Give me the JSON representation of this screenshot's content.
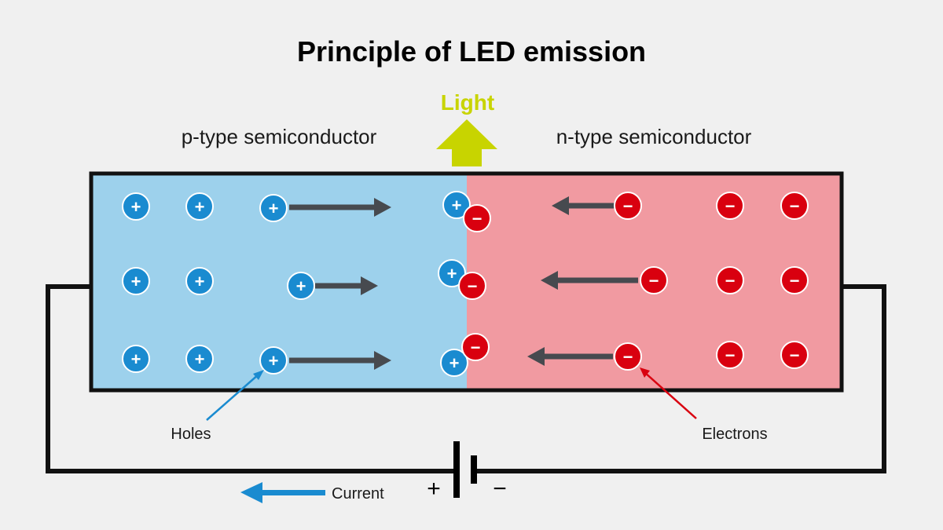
{
  "title": "Principle of LED emission",
  "light": {
    "label": "Light",
    "color": "#c8d400"
  },
  "regions": {
    "p": {
      "label": "p-type semiconductor",
      "color": "#9dd1ec"
    },
    "n": {
      "label": "n-type semiconductor",
      "color": "#f19aa1"
    }
  },
  "charges": {
    "hole": {
      "sign": "+",
      "color": "#1a8bd0"
    },
    "electron": {
      "sign": "−",
      "color": "#d9000f"
    }
  },
  "annotations": {
    "holes": {
      "label": "Holes",
      "color": "#1a8bd0"
    },
    "electrons": {
      "label": "Electrons",
      "color": "#d9000f"
    }
  },
  "current": {
    "label": "Current",
    "color": "#1a8bd0"
  },
  "battery": {
    "positive": "+",
    "negative": "−"
  },
  "arrow_color": "#474a4f",
  "wire_color": "#111111"
}
